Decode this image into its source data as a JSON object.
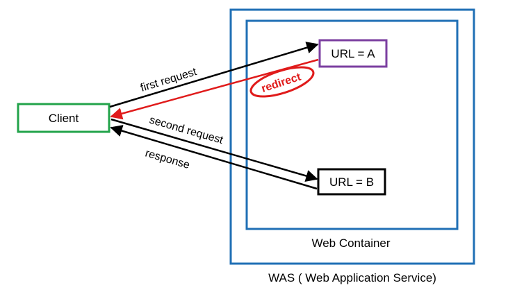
{
  "colors": {
    "was_border": "#1f6fb5",
    "container_border": "#1f6fb5",
    "client_border": "#22a34a",
    "url_a_border": "#7b3fa0",
    "url_b_border": "#000000",
    "redirect": "#e01b1b",
    "arrow": "#000000"
  },
  "nodes": {
    "client": {
      "label": "Client"
    },
    "url_a": {
      "label": "URL = A"
    },
    "url_b": {
      "label": "URL = B"
    }
  },
  "containers": {
    "web_container": {
      "label": "Web Container"
    },
    "was": {
      "label": "WAS ( Web Application Service)"
    }
  },
  "edges": {
    "first_request": {
      "label": "first request"
    },
    "redirect": {
      "label": "redirect"
    },
    "second_request": {
      "label": "second request"
    },
    "response": {
      "label": "response"
    }
  }
}
